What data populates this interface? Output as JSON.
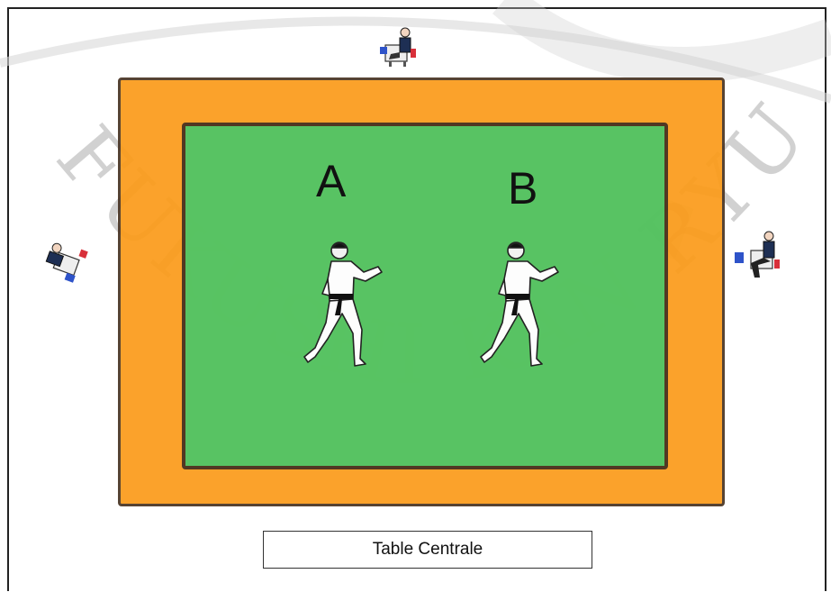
{
  "competitors": [
    {
      "letter": "A"
    },
    {
      "letter": "B"
    }
  ],
  "central_table_label": "Table Centrale",
  "watermark_text": "FUKUSHI KAN RYU",
  "colors": {
    "outer_mat": "#fb9c1b",
    "inner_mat": "#42c86b",
    "mat_border": "#3a2a22",
    "flag_blue": "#2e53c9",
    "flag_red": "#d8303a"
  },
  "icons": [
    "karateka-icon",
    "judge-icon",
    "blue-flag-icon",
    "red-flag-icon"
  ]
}
